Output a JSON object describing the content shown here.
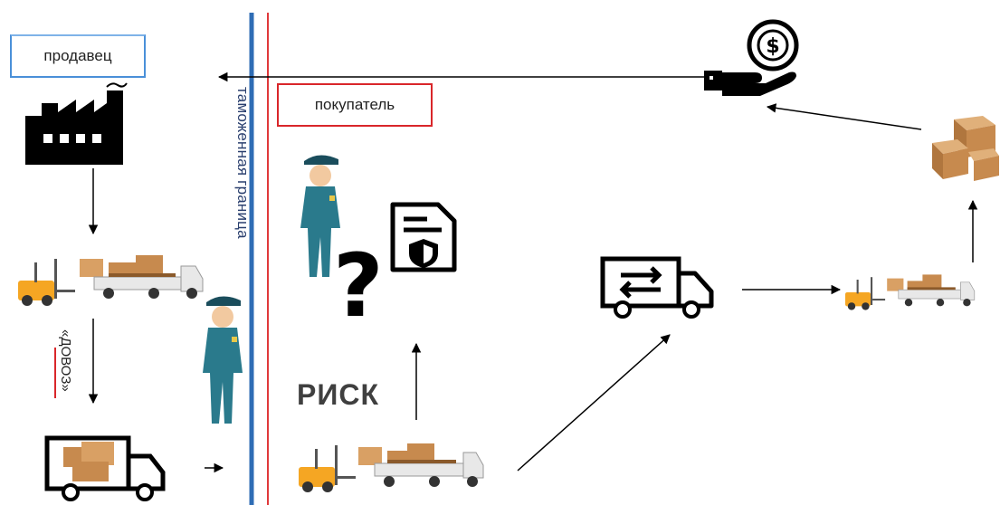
{
  "seller_label": "продавец",
  "buyer_label": "покупатель",
  "customs_border_label": "таможенная граница",
  "delivery_label": "«ДОВОЗ»",
  "risk_label": "РИСК",
  "question_mark": "?",
  "colors": {
    "seller_border": "#4a90d9",
    "buyer_border": "#d9262a",
    "border_line_blue": "#2f6db5",
    "border_line_red": "#e0393b",
    "truck_cargo": "#c78a4e",
    "forklift": "#f5a623"
  },
  "icons": [
    "factory-icon",
    "forklift-truck-icon",
    "cargo-truck-icon",
    "customs-officer-icon",
    "question-icon",
    "insurance-document-icon",
    "exchange-truck-icon",
    "boxes-icon",
    "payment-hand-icon"
  ]
}
